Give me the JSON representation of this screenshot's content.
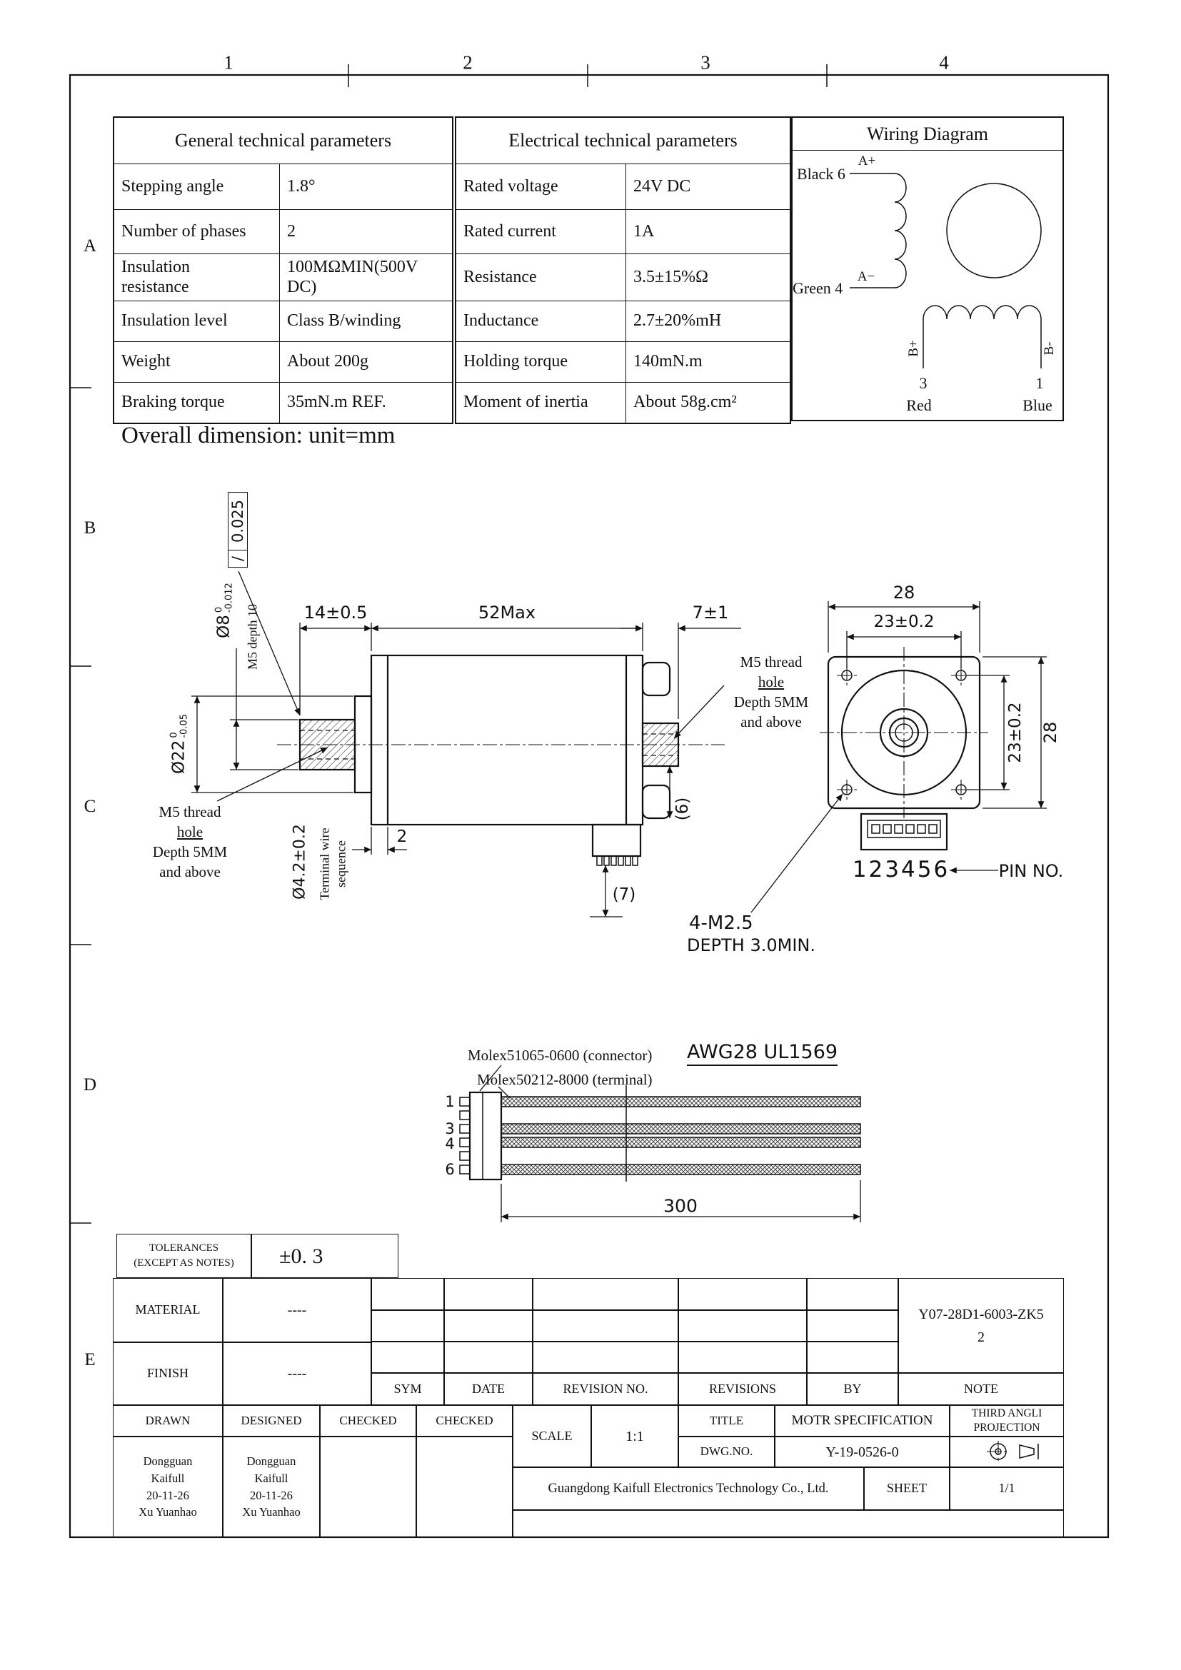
{
  "frame": {
    "cols": [
      "1",
      "2",
      "3",
      "4"
    ],
    "rows": [
      "A",
      "B",
      "C",
      "D",
      "E"
    ]
  },
  "general_table": {
    "title": "General technical parameters",
    "rows": [
      {
        "label": "Stepping angle",
        "value": "1.8°"
      },
      {
        "label": "Number of phases",
        "value": "2"
      },
      {
        "label": "Insulation resistance",
        "value": "100MΩMIN(500V DC)"
      },
      {
        "label": "Insulation level",
        "value": "Class B/winding"
      },
      {
        "label": "Weight",
        "value": "About 200g"
      },
      {
        "label": "Braking torque",
        "value": "35mN.m REF."
      }
    ]
  },
  "electrical_table": {
    "title": "Electrical technical parameters",
    "rows": [
      {
        "label": "Rated voltage",
        "value": "24V DC"
      },
      {
        "label": "Rated current",
        "value": "1A"
      },
      {
        "label": "Resistance",
        "value": "3.5±15%Ω"
      },
      {
        "label": "Inductance",
        "value": "2.7±20%mH"
      },
      {
        "label": "Holding torque",
        "value": "140mN.m"
      },
      {
        "label": "Moment of inertia",
        "value": "About 58g.cm²"
      }
    ]
  },
  "wiring": {
    "title": "Wiring Diagram",
    "lead_black": "Black 6",
    "lead_a_plus": "A+",
    "lead_green": "Green 4",
    "lead_a_minus": "A−",
    "lead_b_plus": "B+",
    "lead_b_minus": "B-",
    "pin_3": "3",
    "color_red": "Red",
    "pin_1": "1",
    "color_blue": "Blue"
  },
  "overall": {
    "title": "Overall dimension: unit=mm",
    "flatness_symbol": "∕",
    "flatness_value": "0.025",
    "shaft_dia": "Ø8",
    "shaft_tol_top": "0",
    "shaft_tol_bot": "-0.012",
    "m5_depth_note": "M5 depth 10",
    "body_dia": "Ø22",
    "body_tol_top": "0",
    "body_tol_bot": "-0.05",
    "dim_front_len": "14±0.5",
    "dim_body_len": "52Max",
    "dim_rear_len": "7±1",
    "callout_left": [
      "M5 thread",
      "hole",
      "Depth 5MM",
      "and above"
    ],
    "callout_right": [
      "M5 thread",
      "hole",
      "Depth 5MM",
      "and above"
    ],
    "dia_terminal": "Ø4.2±0.2",
    "terminal_note": [
      "Terminal wire",
      "sequence"
    ],
    "dim_boss": "2",
    "dim_tab": "(6)",
    "dim_conn": "(7)",
    "front_dim_28_top": "28",
    "front_dim_23_top": "23±0.2",
    "front_dim_23_right": "23±0.2",
    "front_dim_28_right": "28",
    "pin_numbers": "123456",
    "pin_no_label": "PIN NO.",
    "screw_spec": "4-M2.5",
    "screw_depth": "DEPTH 3.0MIN."
  },
  "cable": {
    "connector_label": "Molex51065-0600 (connector)",
    "terminal_label": "Molex50212-8000 (terminal)",
    "wire_spec": "AWG28 UL1569",
    "wire_numbers": [
      "1",
      "3",
      "4",
      "6"
    ],
    "dim_length": "300"
  },
  "titleblock": {
    "tol_label_1": "TOLERANCES",
    "tol_label_2": "(EXCEPT AS NOTES)",
    "tol_value": "±0. 3",
    "material_label": "MATERIAL",
    "material_value": "----",
    "finish_label": "FINISH",
    "finish_value": "----",
    "rev_headers": [
      "SYM",
      "DATE",
      "REVISION NO.",
      "REVISIONS",
      "BY",
      "NOTE"
    ],
    "part_no": "Y07-28D1-6003-ZK5",
    "part_no_2": "2",
    "role_headers": [
      "DRAWN",
      "DESIGNED",
      "CHECKED",
      "CHECKED"
    ],
    "drawn_info": [
      "Dongguan",
      "Kaifull",
      "20-11-26",
      "Xu Yuanhao"
    ],
    "designed_info": [
      "Dongguan",
      "Kaifull",
      "20-11-26",
      "Xu Yuanhao"
    ],
    "scale_label": "SCALE",
    "scale_value": "1:1",
    "title_label": "TITLE",
    "title_value": "MOTR SPECIFICATION",
    "projection_label_1": "THIRD ANGLI",
    "projection_label_2": "PROJECTION",
    "dwg_label": "DWG.NO.",
    "dwg_value": "Y-19-0526-0",
    "company": "Guangdong Kaifull Electronics Technology Co., Ltd.",
    "sheet_label": "SHEET",
    "sheet_value": "1/1"
  }
}
